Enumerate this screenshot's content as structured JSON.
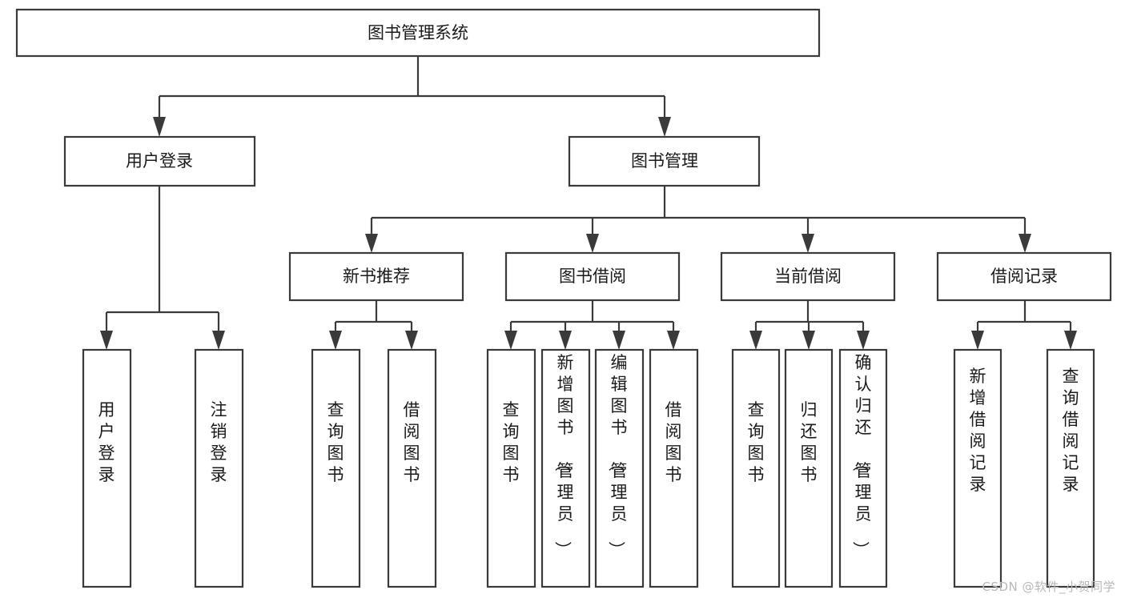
{
  "diagram": {
    "title": "图书管理系统",
    "type": "tree",
    "watermark": "CSDN @软件_小贺同学",
    "accent_color": "#3a3a3a",
    "text_color": "#1a1a1a",
    "background_color": "#ffffff",
    "nodes": {
      "root": {
        "label": "图书管理系统",
        "orientation": "horizontal"
      },
      "l2": [
        {
          "label": "用户登录",
          "orientation": "horizontal"
        },
        {
          "label": "图书管理",
          "orientation": "horizontal"
        }
      ],
      "l3": [
        {
          "label": "新书推荐",
          "orientation": "horizontal"
        },
        {
          "label": "图书借阅",
          "orientation": "horizontal"
        },
        {
          "label": "当前借阅",
          "orientation": "horizontal"
        },
        {
          "label": "借阅记录",
          "orientation": "horizontal"
        }
      ],
      "leaves_user_login": [
        {
          "label": "用户登录",
          "orientation": "vertical"
        },
        {
          "label": "注销登录",
          "orientation": "vertical"
        }
      ],
      "leaves_new_book": [
        {
          "label": "查询图书",
          "orientation": "vertical"
        },
        {
          "label": "借阅图书",
          "orientation": "vertical"
        }
      ],
      "leaves_borrow": [
        {
          "label": "查询图书",
          "orientation": "vertical"
        },
        {
          "label": "新增图书（管理员）",
          "orientation": "vertical"
        },
        {
          "label": "编辑图书（管理员）",
          "orientation": "vertical"
        },
        {
          "label": "借阅图书",
          "orientation": "vertical"
        }
      ],
      "leaves_current": [
        {
          "label": "查询图书",
          "orientation": "vertical"
        },
        {
          "label": "归还图书",
          "orientation": "vertical"
        },
        {
          "label": "确认归还（管理员）",
          "orientation": "vertical"
        }
      ],
      "leaves_record": [
        {
          "label": "新增借阅记录",
          "orientation": "vertical"
        },
        {
          "label": "查询借阅记录",
          "orientation": "vertical"
        }
      ]
    }
  }
}
